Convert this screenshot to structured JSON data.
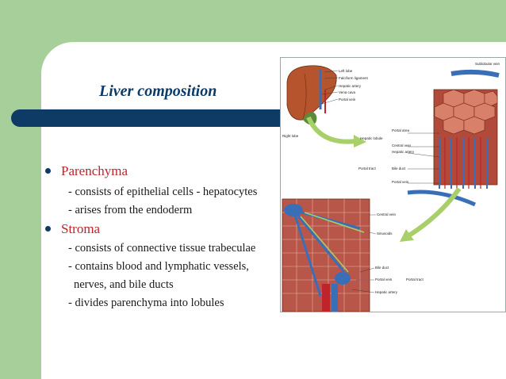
{
  "slide": {
    "title": "Liver composition",
    "bullets": [
      {
        "heading": "Parenchyma",
        "lines": [
          "- consists of epithelial cells - hepatocytes",
          "- arises from the endoderm"
        ]
      },
      {
        "heading": "Stroma",
        "lines": [
          "- consists of connective tissue trabeculae",
          "- contains blood and lymphatic vessels,",
          "nerves, and bile ducts",
          "- divides parenchyma into lobules"
        ]
      }
    ]
  },
  "figure": {
    "labels": {
      "left_lobe": "Left lobe",
      "falciform": "Falciform ligament",
      "hepatic_artery": "Hepatic artery",
      "vena_cava": "Vena cava",
      "portal_vein": "Portal vein",
      "right_lobe": "Right lobe",
      "hepatic_lobule": "Hepatic lobule",
      "portal_area": "Portal area",
      "central_vein": "Central vein",
      "hepatic_artery2": "Hepatic artery",
      "portal_tract": "Portal tract",
      "bile_duct": "Bile duct",
      "portal_vein2": "Portal vein",
      "sublobular_vein": "Sublobular vein",
      "central_vein2": "Central vein",
      "sinusoids": "Sinusoids",
      "bile_duct2": "Bile duct",
      "portal_vein3": "Portal vein",
      "hepatic_artery3": "Hepatic artery",
      "portal_tract2": "Portal tract"
    }
  },
  "colors": {
    "green": "#a7cf9a",
    "navy": "#0d3b66",
    "red": "#c0232a"
  }
}
